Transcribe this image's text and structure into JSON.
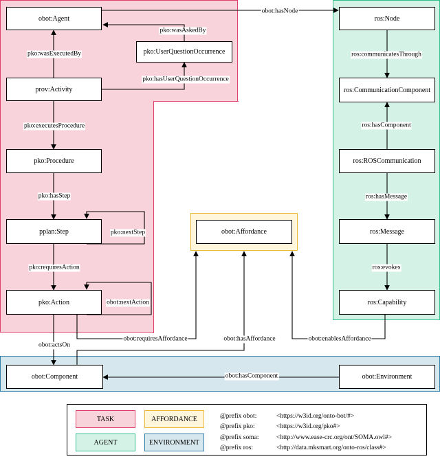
{
  "nodes": {
    "agent": "obot:Agent",
    "activity": "prov:Activity",
    "uqo": "pko:UserQuestionOccurrence",
    "procedure": "pko:Procedure",
    "step": "pplan:Step",
    "action": "pko:Action",
    "affordance": "obot:Affordance",
    "component": "obot:Component",
    "environment": "obot:Environment",
    "rosnode": "ros:Node",
    "commcomp": "ros:CommunicationComponent",
    "roscomm": "ros:ROSCommunication",
    "message": "ros:Message",
    "capability": "ros:Capability"
  },
  "edges": {
    "hasNode": "obot:hasNode",
    "wasExecutedBy": "pko:wasExecutedBy",
    "wasAskedBy": "pko:wasAskedBy",
    "hasUQO": "pko:hasUserQuestionOccurrence",
    "executesProcedure": "pko:executesProcedure",
    "hasStep": "pko:hasStep",
    "nextStep": "pko:nextStep",
    "requiresAction": "pko:requiresAction",
    "nextAction": "obot:nextAction",
    "actsOn": "obot:actsOn",
    "requiresAffordance": "obot:requiresAffordance",
    "hasAffordance": "obot:hasAffordance",
    "enablesAffordance": "obot:enablesAffordance",
    "hasComponent": "obot:hasComponent",
    "communicatesThrough": "ros:communicatesThrough",
    "rosHasComponent": "ros:hasComponent",
    "hasMessage": "ros:hasMessage",
    "evokes": "ros:evokes"
  },
  "legend": {
    "task": "TASK",
    "affordance": "AFFORDANCE",
    "agent": "AGENT",
    "environment": "ENVIRONMENT",
    "prefixes": [
      {
        "name": "@prefix obot:",
        "iri": "<https://w3id.org/onto-bot/#>"
      },
      {
        "name": "@prefix pko:",
        "iri": "<https://w3id.org/pko#>"
      },
      {
        "name": "@prefix soma:",
        "iri": "<http://www.ease-crc.org/ont/SOMA.owl#>"
      },
      {
        "name": "@prefix ros:",
        "iri": "<http://data.mksmart.org/onto-ros/class#>"
      }
    ]
  },
  "colors": {
    "task_fill": "#f9d3dc",
    "task_border": "#e0406a",
    "affordance_fill": "#fff6dc",
    "affordance_border": "#e8b838",
    "agent_fill": "#d4f2e6",
    "agent_border": "#2fbf8a",
    "environment_fill": "#d7e7ee",
    "environment_border": "#2f7ea5"
  }
}
